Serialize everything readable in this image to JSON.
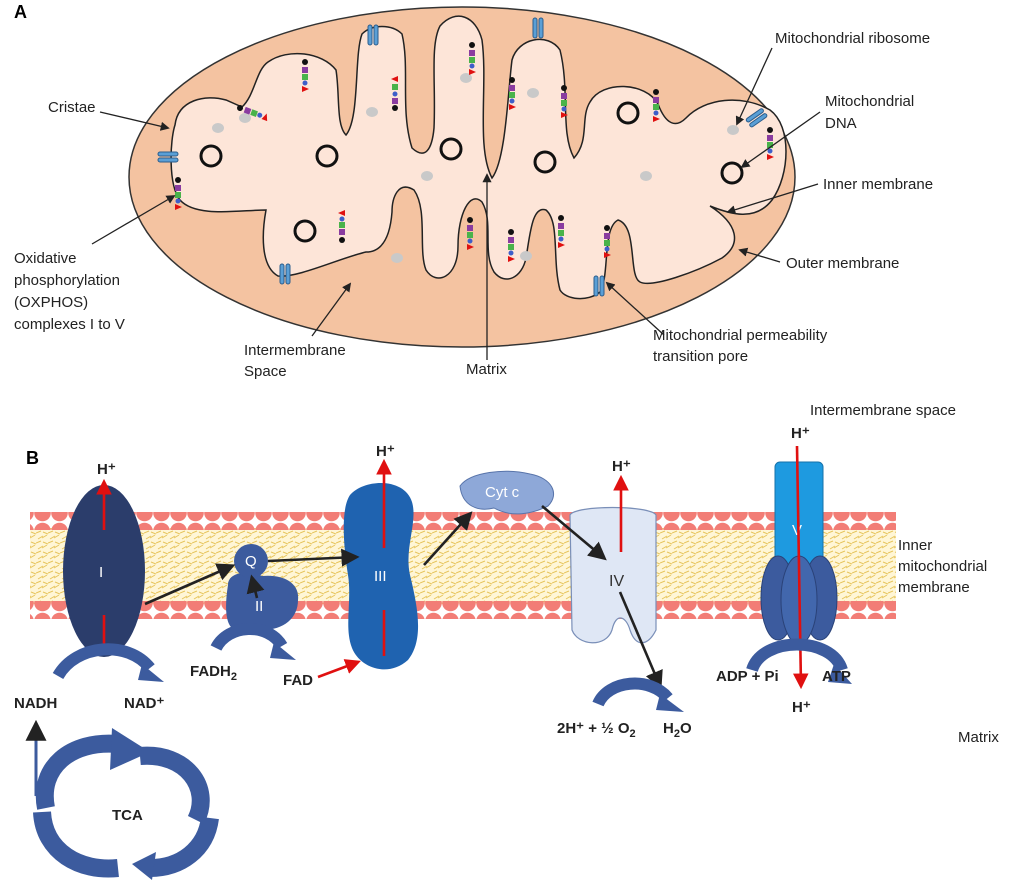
{
  "panels": {
    "a": "A",
    "b": "B"
  },
  "mito_labels": {
    "cristae": "Cristae",
    "oxphos": [
      "Oxidative",
      "phosphorylation",
      "(OXPHOS)",
      "complexes I to V"
    ],
    "intermembrane": [
      "Intermembrane",
      "Space"
    ],
    "matrix": "Matrix",
    "ptp": [
      "Mitochondrial permeability",
      "transition pore"
    ],
    "ribosome": "Mitochondrial ribosome",
    "dna": [
      "Mitochondrial",
      "DNA"
    ],
    "inner": "Inner membrane",
    "outer": "Outer membrane"
  },
  "etc": {
    "complex1": "I",
    "complex2": "II",
    "complex3": "III",
    "complex4": "IV",
    "complex5": "V",
    "q": "Q",
    "cytc": "Cyt c",
    "h_plus": "H⁺",
    "nadh": "NADH",
    "nad": "NAD⁺",
    "fadh2": "FADH",
    "fadh2_sub": "2",
    "fad": "FAD",
    "o2_pre": "2H⁺ + ½ O",
    "o2_sub": "2",
    "h2o_h": "H",
    "h2o_sub": "2",
    "h2o_o": "O",
    "adp": "ADP + Pi",
    "atp": "ATP",
    "tca": "TCA",
    "space_ims": "Intermembrane space",
    "space_imm": [
      "Inner",
      "mitochondrial",
      "membrane"
    ],
    "space_matrix": "Matrix"
  },
  "colors": {
    "mito_outer": "#f4c3a1",
    "matrix": "#fde5d8",
    "complex_i": "#2b3d6b",
    "complex_ii": "#3c5b9e",
    "complex_iii": "#1f63b0",
    "complex_iv": "#dfe7f5",
    "cytc": "#8ea8d8",
    "complex_v": "#1e9ae0",
    "lipid_head": "#f27d76",
    "proton_arrow": "#e01010"
  }
}
